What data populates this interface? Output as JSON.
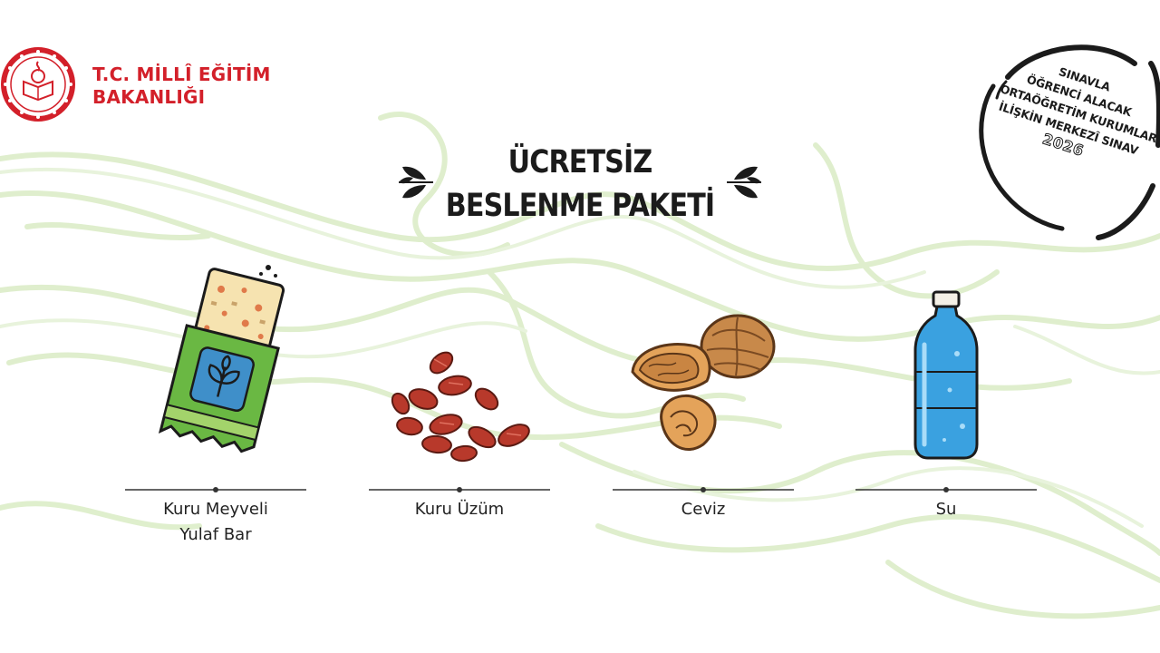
{
  "logo": {
    "line1": "T.C. MİLLÎ EĞİTİM",
    "line2": "BAKANLIĞI"
  },
  "title": {
    "line1": "ÜCRETSİZ",
    "line2": "BESLENME PAKETİ"
  },
  "stamp": {
    "line1": "SINAVLA",
    "line2": "ÖĞRENCİ ALACAK",
    "line3": "ORTAÖĞRETİM KURUMLARINA",
    "line4": "İLİŞKİN MERKEZÎ SINAV",
    "year": "2026"
  },
  "items": [
    {
      "label_line1": "Kuru Meyveli",
      "label_line2": "Yulaf Bar",
      "icon": "oat-bar-icon"
    },
    {
      "label_line1": "Kuru Üzüm",
      "label_line2": "",
      "icon": "raisins-icon"
    },
    {
      "label_line1": "Ceviz",
      "label_line2": "",
      "icon": "walnut-icon"
    },
    {
      "label_line1": "Su",
      "label_line2": "",
      "icon": "water-bottle-icon"
    }
  ],
  "colors": {
    "brand_red": "#d3202a",
    "swirl_green": "#d9ecc4",
    "bar_green": "#6ab843",
    "bottle_blue": "#3aa1e0",
    "text_dark": "#1b1b1b"
  }
}
